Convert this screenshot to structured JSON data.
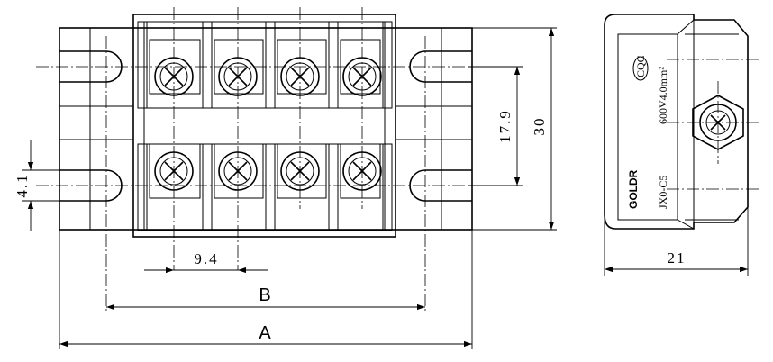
{
  "dimensions": {
    "pitch": "9.4",
    "row_spacing": "17.9",
    "height": "30",
    "slot_width": "4.1",
    "depth": "21",
    "mount_span": "B",
    "overall_length": "A"
  },
  "side_view": {
    "brand": "GOLDR",
    "cqc_mark": "CQC",
    "rating": "600V4.0mm²",
    "model": "JX0-C5"
  }
}
